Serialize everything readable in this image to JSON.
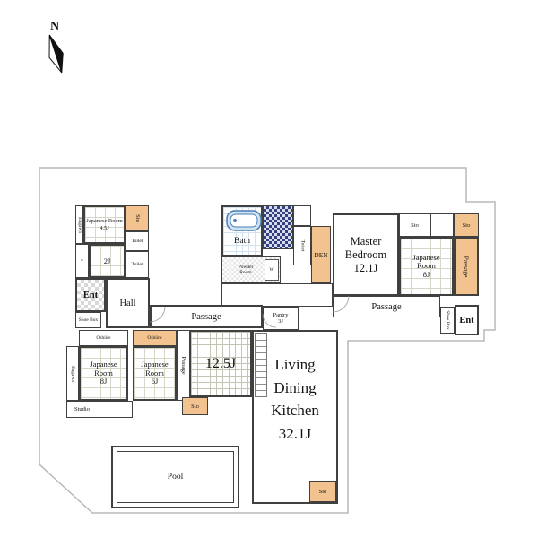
{
  "labels": {
    "north": "N",
    "engawa": "Engawa",
    "jr45": "Japanese Room\n4.5J",
    "sto": "Sto",
    "toilet": "Toilet",
    "vmark": "v",
    "room2j": "2J",
    "ent": "Ent",
    "shoe_box": "Shoe Box",
    "hall": "Hall",
    "bath": "Bath",
    "powder_room": "Powder\nRoom",
    "washer": "W",
    "den": "DEN",
    "master_bedroom": "Master\nBedroom\n12.1J",
    "jr8": "Japanese\nRoom\n8J",
    "passage": "Passage",
    "pantry": "Pantry\n3J",
    "oshiire": "Oshiire",
    "jr6": "Japanese\nRoom\n6J",
    "room125": "12.5J",
    "ldk": "Living\nDining\nKitchen\n32.1J",
    "studio": "Studio",
    "pool": "Pool"
  },
  "colors": {
    "wall": "#404040",
    "orange": "#f2c28f",
    "navy": "#33417e",
    "site": "#b8b8b8",
    "bath_blue": "#4a7fb5"
  }
}
